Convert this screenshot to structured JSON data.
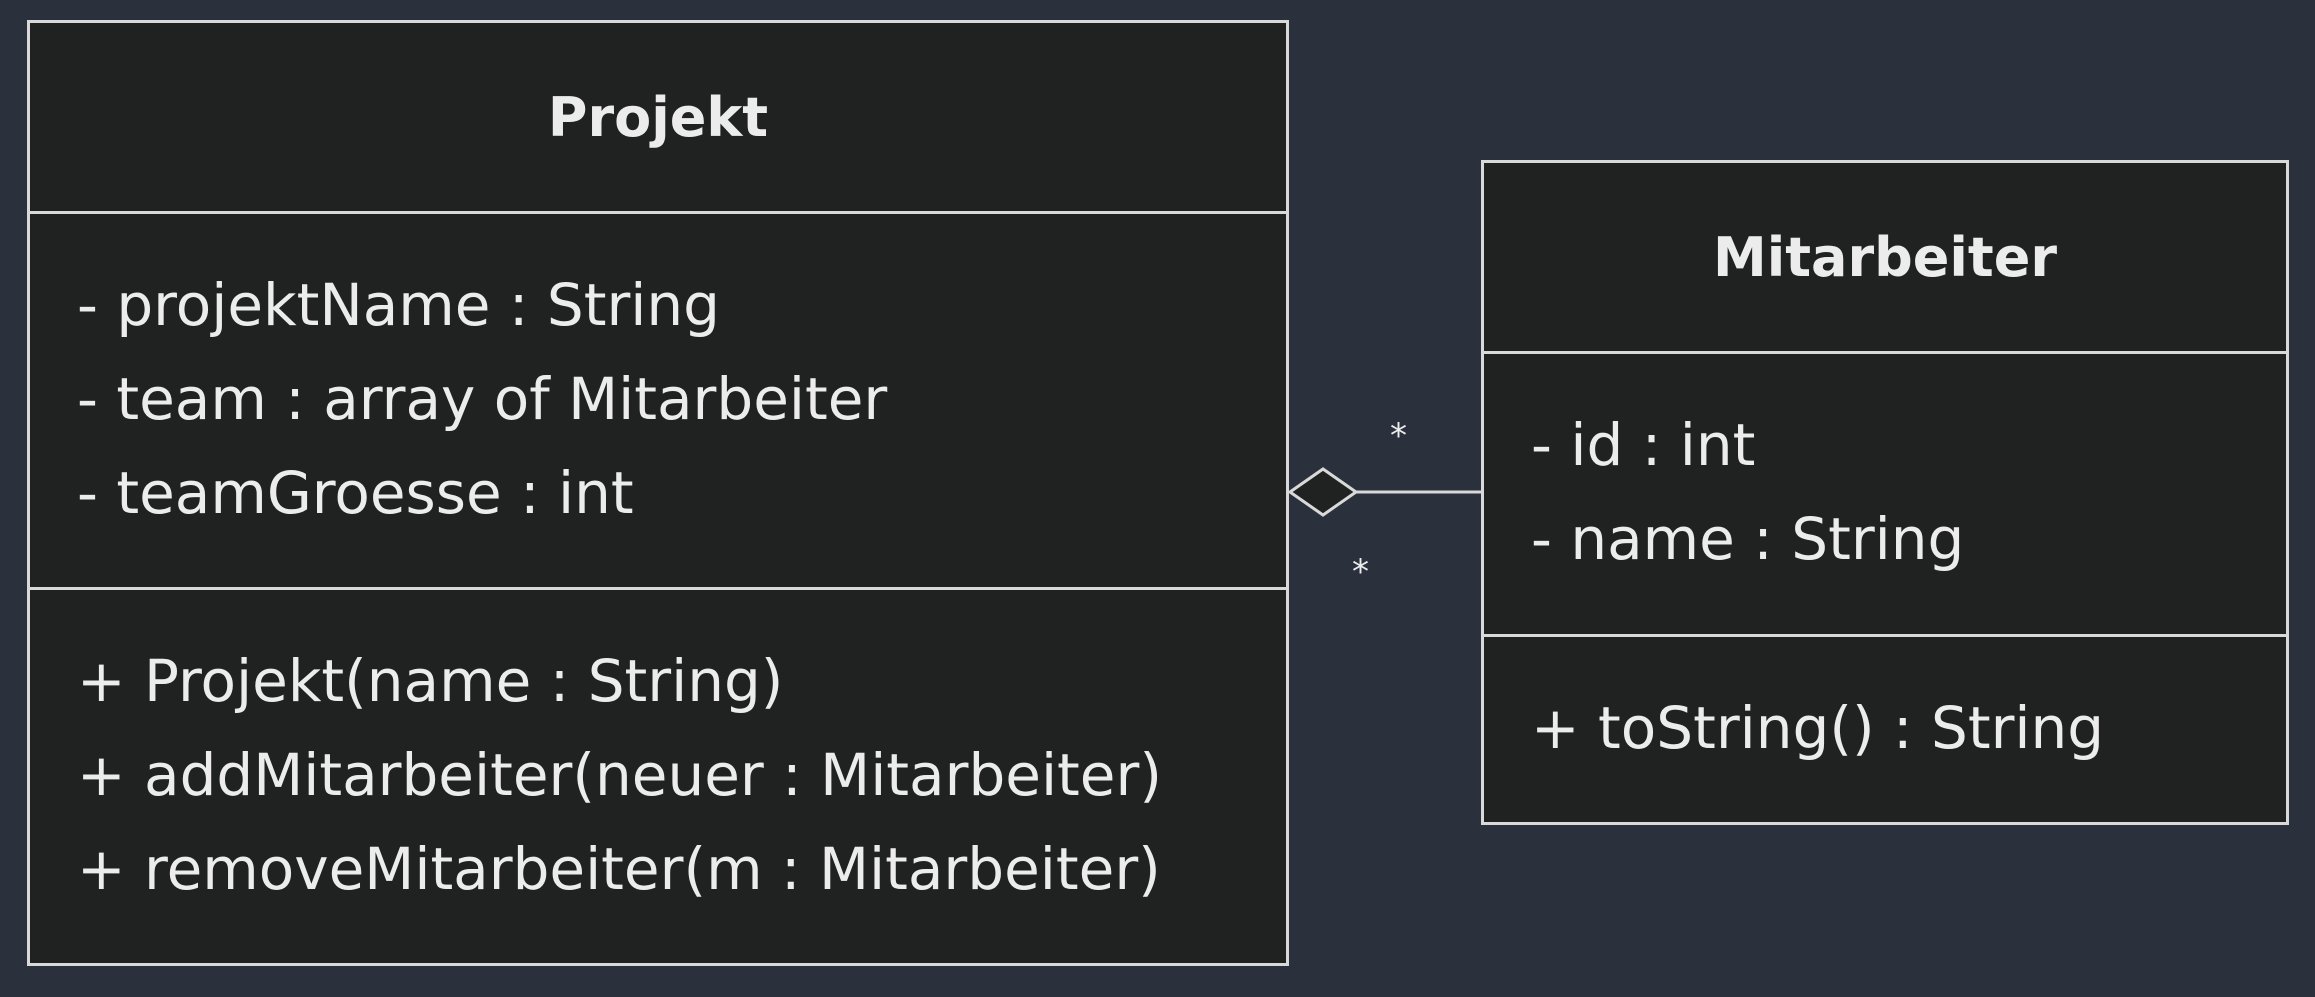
{
  "diagram": {
    "classes": [
      {
        "id": "projekt",
        "name": "Projekt",
        "attributes": [
          "- projektName : String",
          "- team : array of Mitarbeiter",
          "- teamGroesse : int"
        ],
        "operations": [
          "+ Projekt(name : String)",
          "+ addMitarbeiter(neuer : Mitarbeiter)",
          "+ removeMitarbeiter(m : Mitarbeiter)"
        ]
      },
      {
        "id": "mitarbeiter",
        "name": "Mitarbeiter",
        "attributes": [
          "- id : int",
          "- name : String"
        ],
        "operations": [
          "+ toString() : String"
        ]
      }
    ],
    "relationship": {
      "type": "aggregation",
      "whole": "Projekt",
      "part": "Mitarbeiter",
      "multiplicity_whole": "*",
      "multiplicity_part": "*"
    }
  },
  "colors": {
    "background": "#2a303c",
    "box_fill": "#202222",
    "stroke": "#d9d9d9",
    "text": "#ececec"
  }
}
